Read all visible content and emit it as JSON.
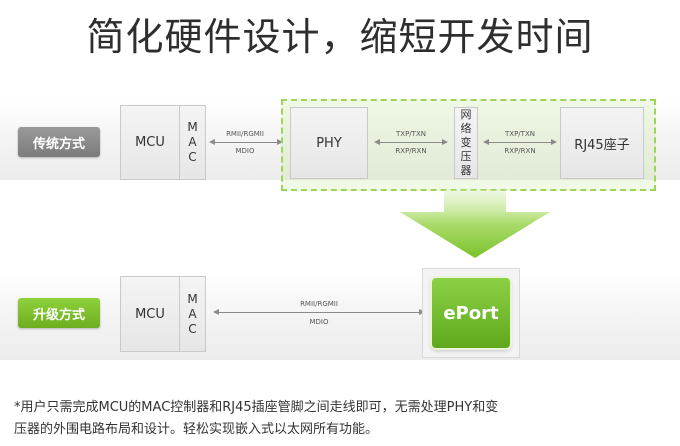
{
  "title": "简化硬件设计，缩短开发时间",
  "traditional": {
    "tag": "传统方式",
    "mcu": "MCU",
    "mac": [
      "M",
      "A",
      "C"
    ],
    "bus1_top": "RMII/RGMII",
    "bus1_bottom": "MDIO",
    "phy": "PHY",
    "bus2_top": "TXP/TXN",
    "bus2_bottom": "RXP/RXN",
    "transformer": [
      "网",
      "络",
      "变",
      "压",
      "器"
    ],
    "bus3_top": "TXP/TXN",
    "bus3_bottom": "RXP/RXN",
    "rj45": "RJ45座子"
  },
  "upgrade": {
    "tag": "升级方式",
    "mcu": "MCU",
    "mac": [
      "M",
      "A",
      "C"
    ],
    "bus_top": "RMII/RGMII",
    "bus_bottom": "MDIO",
    "eport": "ePort"
  },
  "footnote": {
    "line1": "*用户只需完成MCU的MAC控制器和RJ45插座管脚之间走线即可，无需处理PHY和变",
    "line2": "压器的外围电路布局和设计。轻松实现嵌入式以太网所有功能。"
  },
  "colors": {
    "green": "#7cc22a",
    "gray_tag": "#8a8a8a"
  }
}
